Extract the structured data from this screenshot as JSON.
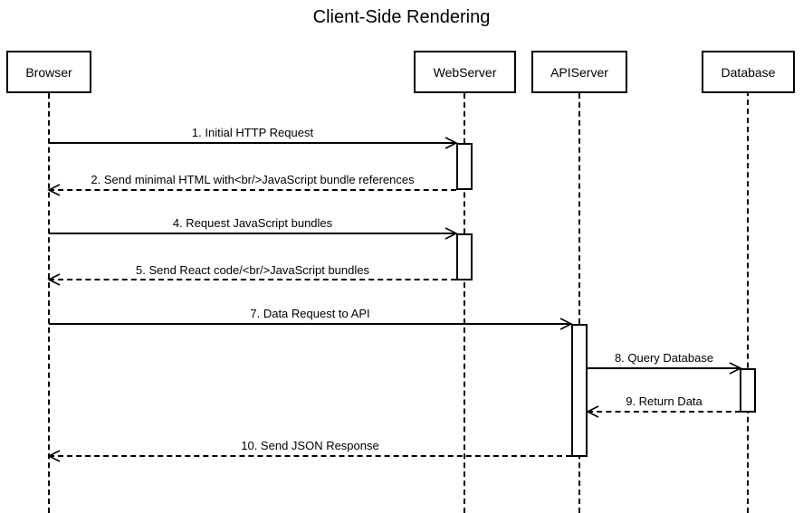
{
  "title": "Client-Side Rendering",
  "actors": [
    {
      "name": "Browser"
    },
    {
      "name": "WebServer"
    },
    {
      "name": "APIServer"
    },
    {
      "name": "Database"
    }
  ],
  "messages": [
    {
      "label": "1. Initial HTTP Request",
      "from": "Browser",
      "to": "WebServer",
      "line": "solid",
      "direction": "right"
    },
    {
      "label": "2. Send minimal HTML with<br/>JavaScript bundle references",
      "from": "WebServer",
      "to": "Browser",
      "line": "dashed",
      "direction": "left"
    },
    {
      "label": "4. Request JavaScript bundles",
      "from": "Browser",
      "to": "WebServer",
      "line": "solid",
      "direction": "right"
    },
    {
      "label": "5. Send React code/<br/>JavaScript bundles",
      "from": "WebServer",
      "to": "Browser",
      "line": "dashed",
      "direction": "left"
    },
    {
      "label": "7. Data Request to API",
      "from": "Browser",
      "to": "APIServer",
      "line": "solid",
      "direction": "right"
    },
    {
      "label": "8. Query Database",
      "from": "APIServer",
      "to": "Database",
      "line": "solid",
      "direction": "right"
    },
    {
      "label": "9. Return Data",
      "from": "Database",
      "to": "APIServer",
      "line": "dashed",
      "direction": "left"
    },
    {
      "label": "10. Send JSON Response",
      "from": "APIServer",
      "to": "Browser",
      "line": "dashed",
      "direction": "left"
    }
  ],
  "colors": {
    "line": "#000000",
    "background": "#ffffff",
    "text": "#000000"
  }
}
